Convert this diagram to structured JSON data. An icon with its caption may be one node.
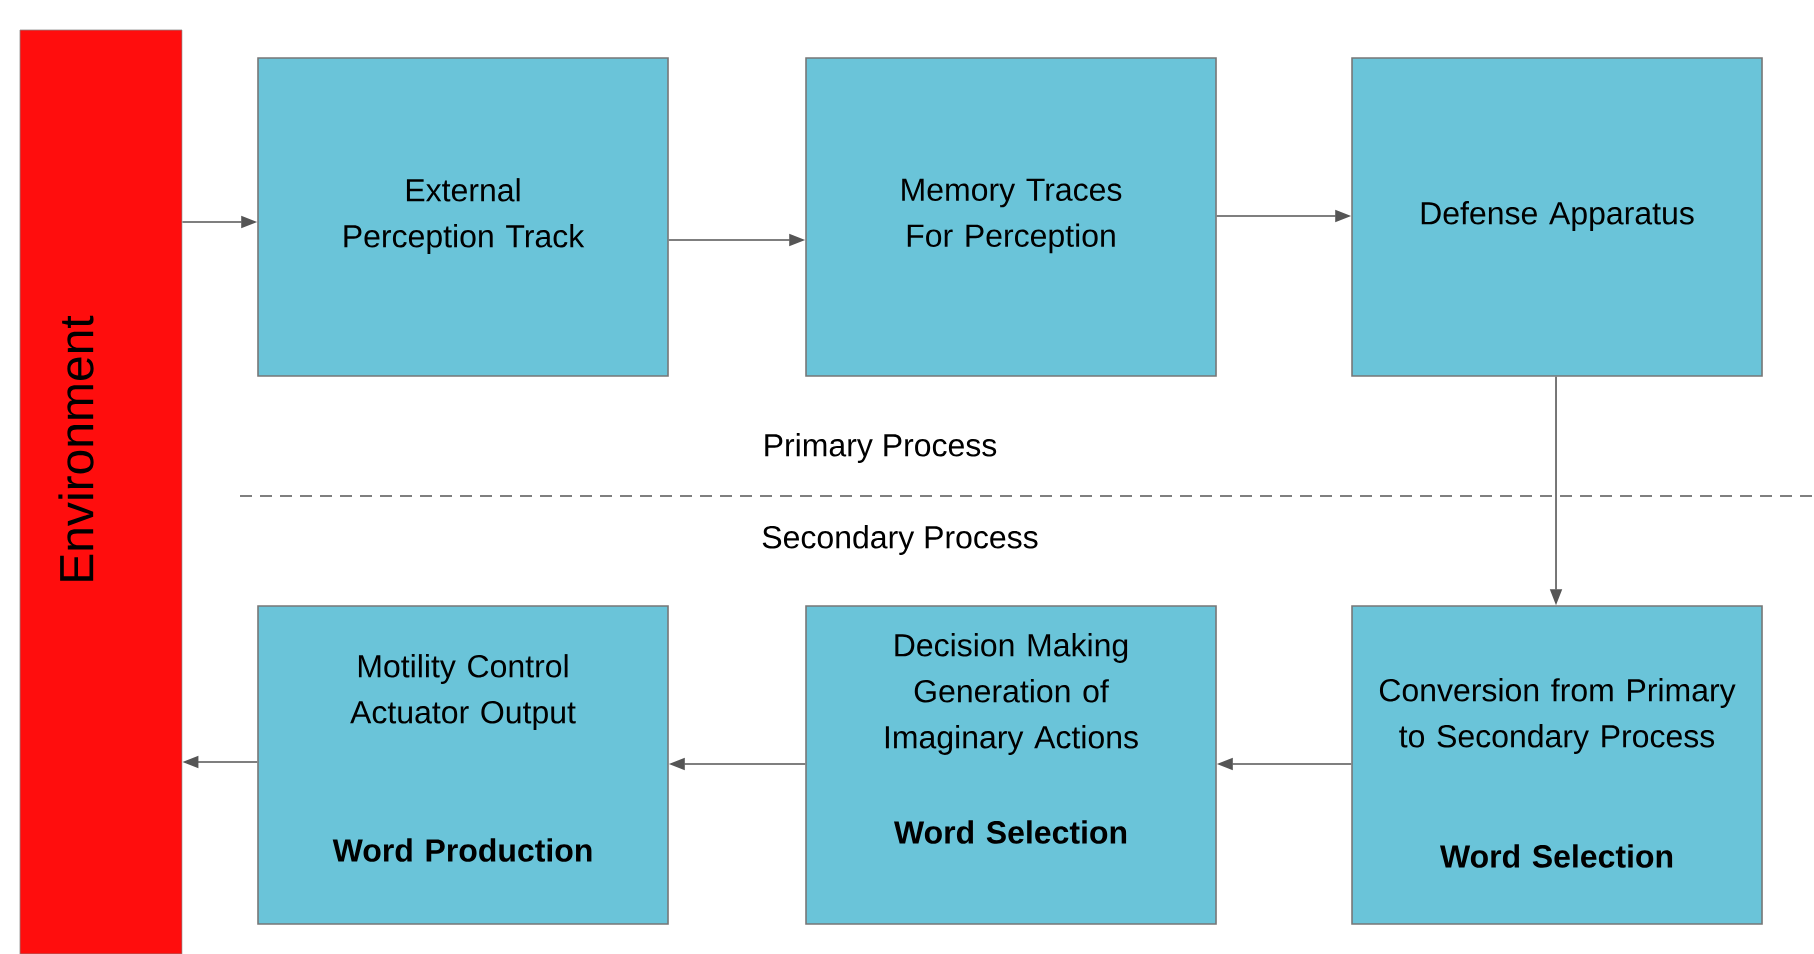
{
  "diagram": {
    "nodes": [
      {
        "text": [
          "Environment"
        ]
      },
      {
        "text": [
          "External Perception Track"
        ]
      },
      {
        "text": [
          "Memory Traces For Perception"
        ]
      },
      {
        "text": [
          "Defense Apparatus"
        ]
      },
      {
        "text": [
          "Motility Control Actuator Output",
          "Word Production"
        ]
      },
      {
        "text": [
          "Decision Making Generation of Imaginary Actions",
          "Word Selection"
        ]
      },
      {
        "text": [
          "Conversion from Primary to Secondary Process",
          "Word Selection"
        ]
      }
    ],
    "edges": [
      {
        "from": 0,
        "to": 1,
        "arrow": "to"
      },
      {
        "from": 1,
        "to": 2,
        "arrow": "to"
      },
      {
        "from": 2,
        "to": 3,
        "arrow": "to"
      },
      {
        "from": 3,
        "to": 6,
        "arrow": "to"
      },
      {
        "from": 6,
        "to": 5,
        "arrow": "to"
      },
      {
        "from": 5,
        "to": 4,
        "arrow": "to"
      },
      {
        "from": 4,
        "to": 0,
        "arrow": "to"
      }
    ],
    "labels": [
      "Primary Process",
      "Secondary Process"
    ]
  }
}
